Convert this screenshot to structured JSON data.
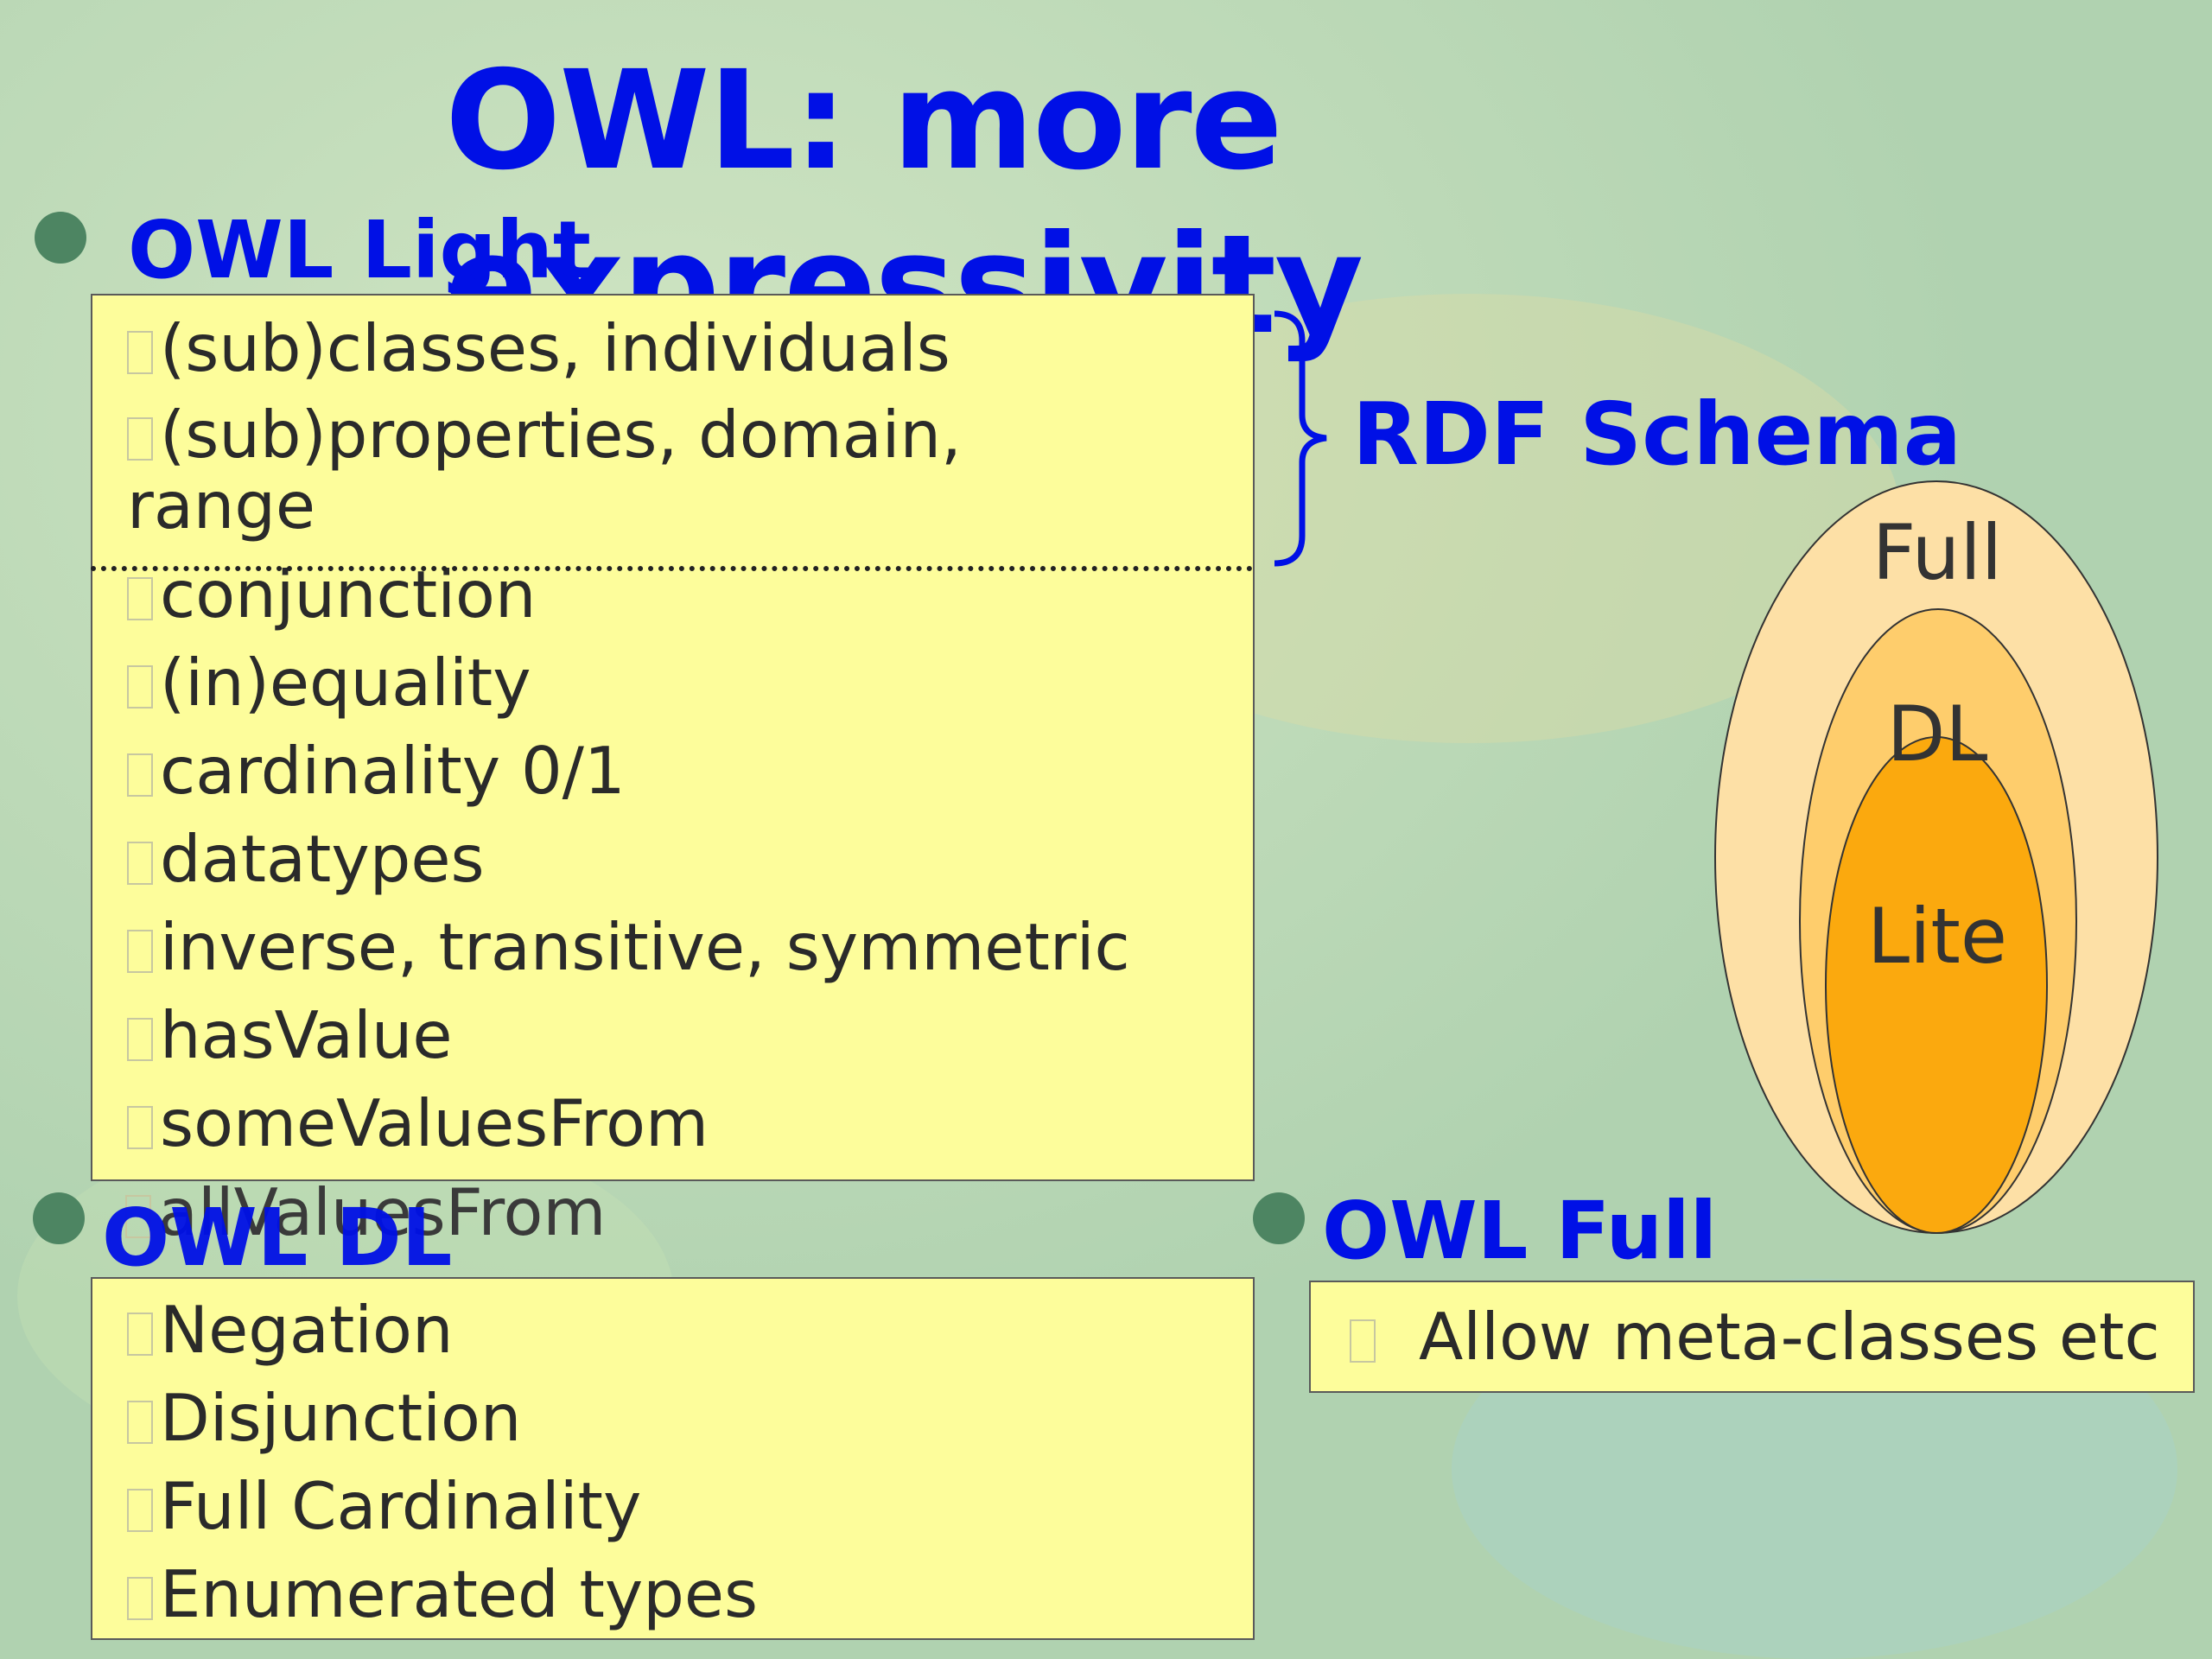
{
  "title": "OWL: more expressivity",
  "sections": {
    "owl_light": {
      "heading": "OWL Light",
      "rdf_items": [
        "(sub)classes, individuals",
        "(sub)properties, domain,",
        "range"
      ],
      "items": [
        "conjunction",
        "(in)equality",
        "cardinality 0/1",
        "datatypes",
        "inverse, transitive, symmetric",
        "hasValue",
        "someValuesFrom",
        "allValuesFrom"
      ]
    },
    "rdf_schema": {
      "label": "RDF Schema"
    },
    "owl_dl": {
      "heading": "OWL DL",
      "items": [
        "Negation",
        "Disjunction",
        "Full Cardinality",
        "Enumerated types"
      ]
    },
    "owl_full": {
      "heading": "OWL Full",
      "items": [
        "Allow meta-classes etc"
      ]
    }
  },
  "ellipses": {
    "full": "Full",
    "dl": "DL",
    "lite": "Lite"
  },
  "colors": {
    "heading_blue": "#0010e6",
    "box_yellow": "#fdfd9b",
    "bullet_green": "#4d8562",
    "full_fill": "#fde0a6",
    "dl_fill": "#fecd6c",
    "lite_fill": "#fba90e"
  }
}
